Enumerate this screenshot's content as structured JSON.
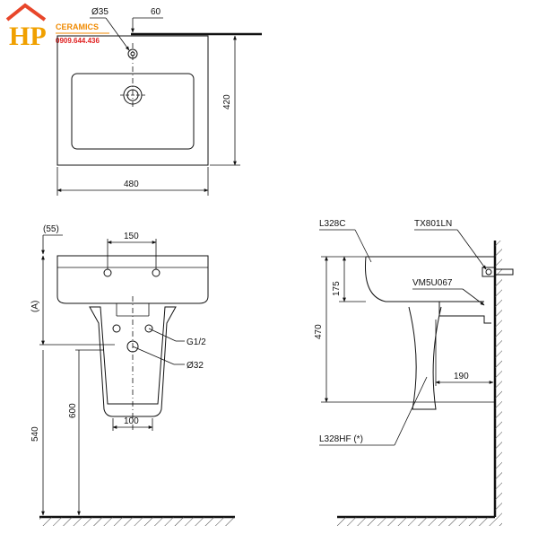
{
  "logo": {
    "mark": "HP",
    "brand": "CERAMICS",
    "phone": "0909.644.436",
    "colors": {
      "house": "#e8462a",
      "text": "#f08a00",
      "phone": "#e02020"
    }
  },
  "top_view": {
    "hole_diameter": "Ø35",
    "offset": "60",
    "depth": "420",
    "width": "480"
  },
  "front_view": {
    "top_offset": "(55)",
    "hole_spacing": "150",
    "side_label": "(A)",
    "pipe_thread": "G1/2",
    "drain_diameter": "Ø32",
    "pedestal_width": "100",
    "pedestal_height": "600",
    "mount_height": "540"
  },
  "side_view": {
    "basin_model": "L328C",
    "faucet_model": "TX801LN",
    "trap_model": "VM5U067",
    "pedestal_model": "L328HF (*)",
    "bowl_depth": "175",
    "overall_height": "470",
    "wall_offset": "190"
  }
}
